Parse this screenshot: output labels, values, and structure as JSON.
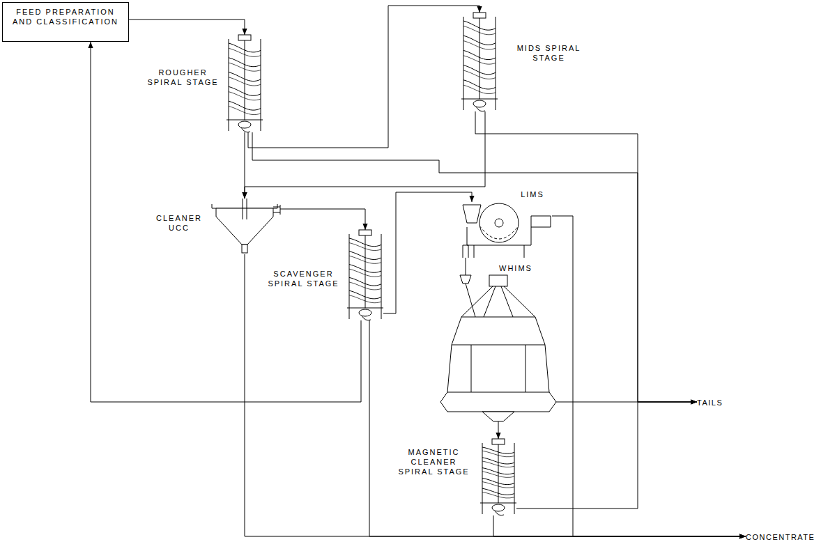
{
  "diagram": {
    "nodes": [
      {
        "text": [
          "FEED PREPARATION AND CLASSIFICATION"
        ]
      },
      {
        "text": [
          "ROUGHER SPIRAL STAGE"
        ]
      },
      {
        "text": [
          "MIDS SPIRAL STAGE"
        ]
      },
      {
        "text": [
          "CLEANER UCC"
        ]
      },
      {
        "text": [
          "LIMS"
        ]
      },
      {
        "text": [
          "SCAVENGER SPIRAL STAGE"
        ]
      },
      {
        "text": [
          "WHIMS"
        ]
      },
      {
        "text": [
          "TAILS"
        ]
      },
      {
        "text": [
          "MAGNETIC CLEANER SPIRAL STAGE"
        ]
      },
      {
        "text": [
          "CONCENTRATE"
        ]
      }
    ],
    "edges": [
      {
        "from": 0,
        "to": 1,
        "arrow": "to"
      },
      {
        "from": 1,
        "to": 2,
        "arrow": "to"
      },
      {
        "from": 1,
        "to": 3,
        "arrow": "to"
      },
      {
        "from": 1,
        "to": 7,
        "arrow": "to"
      },
      {
        "from": 2,
        "to": 7,
        "arrow": "to"
      },
      {
        "from": 2,
        "to": 3,
        "arrow": "to"
      },
      {
        "from": 3,
        "to": 5,
        "arrow": "to"
      },
      {
        "from": 3,
        "to": 9,
        "arrow": "to"
      },
      {
        "from": 5,
        "to": 0,
        "arrow": "to"
      },
      {
        "from": 5,
        "to": 4,
        "arrow": "to"
      },
      {
        "from": 5,
        "to": 9,
        "arrow": "to"
      },
      {
        "from": 4,
        "to": 6,
        "arrow": "none"
      },
      {
        "from": 4,
        "to": 9,
        "arrow": "to"
      },
      {
        "from": 6,
        "to": 7,
        "arrow": "to"
      },
      {
        "from": 6,
        "to": 8,
        "arrow": "to"
      },
      {
        "from": 8,
        "to": 9,
        "arrow": "to"
      },
      {
        "from": 8,
        "to": 7,
        "arrow": "to"
      }
    ]
  }
}
